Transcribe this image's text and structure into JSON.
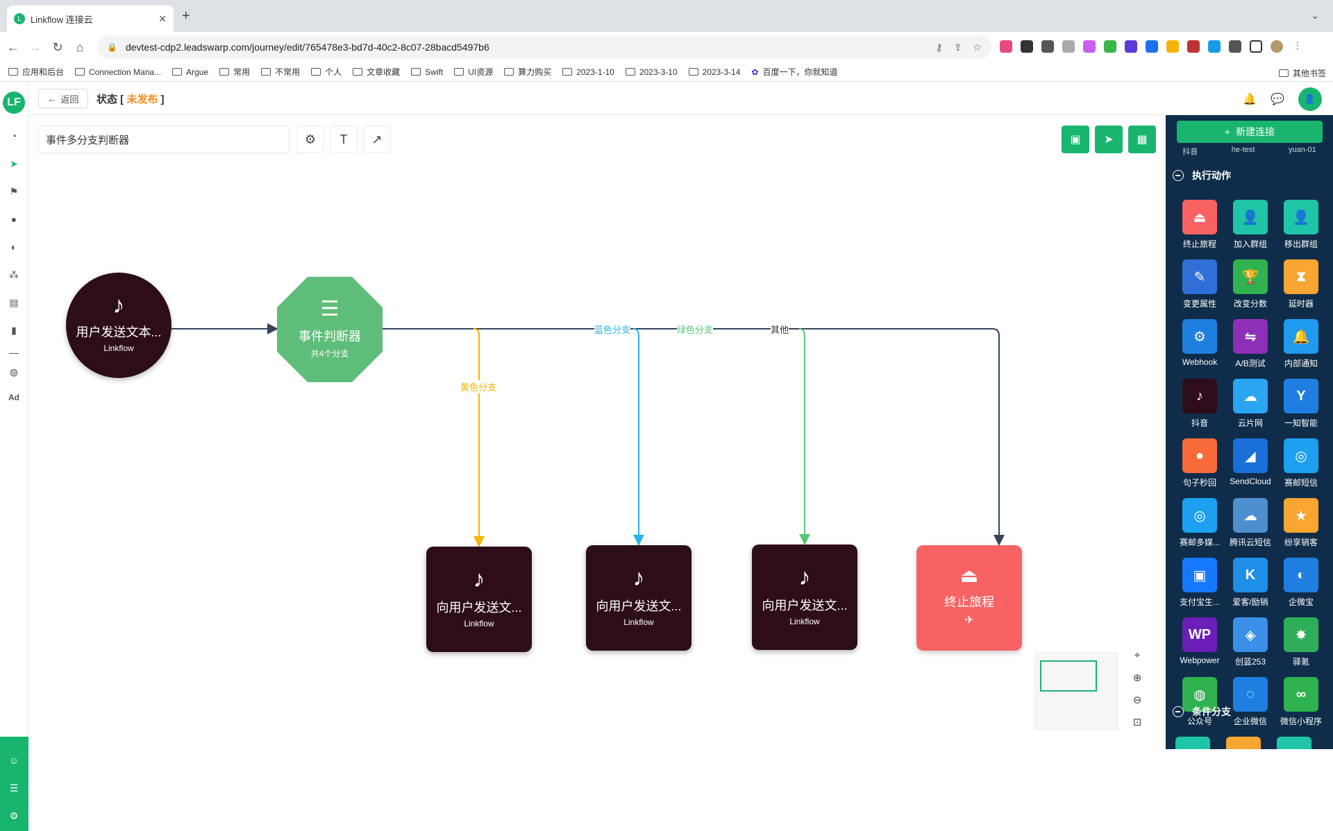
{
  "browser": {
    "tab_title": "Linkflow 连接云",
    "url": "devtest-cdp2.leadswarp.com/journey/edit/765478e3-bd7d-40c2-8c07-28bacd5497b6",
    "bookmarks": [
      "应用和后台",
      "Connection Mana...",
      "Argue",
      "常用",
      "不常用",
      "个人",
      "文章收藏",
      "Swift",
      "UI资源",
      "算力购买",
      "2023-1-10",
      "2023-3-10",
      "2023-3-14",
      "百度一下，你就知道"
    ],
    "other_bookmarks": "其他书签"
  },
  "header": {
    "back_label": "返回",
    "status_label": "状态",
    "status_value": "未发布"
  },
  "canvas": {
    "journey_name": "事件多分支判断器",
    "nodes": {
      "start": {
        "title": "用户发送文本...",
        "sub": "Linkflow"
      },
      "decision": {
        "title": "事件判断器",
        "sub": "共4个分支"
      },
      "b1": {
        "title": "向用户发送文...",
        "sub": "Linkflow"
      },
      "b2": {
        "title": "向用户发送文...",
        "sub": "Linkflow"
      },
      "b3": {
        "title": "向用户发送文...",
        "sub": "Linkflow"
      },
      "end": {
        "title": "终止旅程"
      }
    },
    "branches": {
      "yellow": "黄色分支",
      "blue": "蓝色分支",
      "green": "绿色分支",
      "other": "其他"
    }
  },
  "panel": {
    "new_connection": "新建连接",
    "cut_row": [
      "抖音",
      "he-test",
      "yuan-01"
    ],
    "section_actions": "执行动作",
    "section_conditions": "条件分支",
    "actions": [
      {
        "label": "终止旅程",
        "color": "#f96263",
        "icon": "⏏"
      },
      {
        "label": "加入群组",
        "color": "#1fc5a6",
        "icon": "👤"
      },
      {
        "label": "移出群组",
        "color": "#1fc5a6",
        "icon": "👤"
      },
      {
        "label": "变更属性",
        "color": "#2f6fd8",
        "icon": "✎"
      },
      {
        "label": "改变分数",
        "color": "#2fb24f",
        "icon": "🏆"
      },
      {
        "label": "延时器",
        "color": "#f8a531",
        "icon": "⧗"
      },
      {
        "label": "Webhook",
        "color": "#1f7fe0",
        "icon": "⚙"
      },
      {
        "label": "A/B测试",
        "color": "#8e2fb8",
        "icon": "⇋"
      },
      {
        "label": "内部通知",
        "color": "#1f9aee",
        "icon": "🔔"
      },
      {
        "label": "抖音",
        "color": "#2d0d1a",
        "icon": "♪"
      },
      {
        "label": "云片网",
        "color": "#2aa5f2",
        "icon": "☁"
      },
      {
        "label": "一知智能",
        "color": "#1f7fe0",
        "icon": "Y"
      },
      {
        "label": "句子秒回",
        "color": "#f86a3a",
        "icon": "●"
      },
      {
        "label": "SendCloud",
        "color": "#1a6fd8",
        "icon": "◢"
      },
      {
        "label": "赛邮短信",
        "color": "#1da0ef",
        "icon": "◎"
      },
      {
        "label": "赛邮多媒...",
        "color": "#1da0ef",
        "icon": "◎"
      },
      {
        "label": "腾讯云短信",
        "color": "#4d8fcf",
        "icon": "☁"
      },
      {
        "label": "纷享销客",
        "color": "#f8a531",
        "icon": "★"
      },
      {
        "label": "支付宝生...",
        "color": "#1677ff",
        "icon": "▣"
      },
      {
        "label": "爱客/励销",
        "color": "#1f8ee8",
        "icon": "K"
      },
      {
        "label": "企微宝",
        "color": "#1f7fe0",
        "icon": "◐"
      },
      {
        "label": "Webpower",
        "color": "#6b1fb8",
        "icon": "WP"
      },
      {
        "label": "创蓝253",
        "color": "#3a8fe8",
        "icon": "◈"
      },
      {
        "label": "驿氪",
        "color": "#2fae5a",
        "icon": "✸"
      },
      {
        "label": "公众号",
        "color": "#2fb24f",
        "icon": "◍"
      },
      {
        "label": "企业微信",
        "color": "#1f7fe0",
        "icon": "◌"
      },
      {
        "label": "微信小程序",
        "color": "#2fb24f",
        "icon": "∞"
      }
    ]
  }
}
